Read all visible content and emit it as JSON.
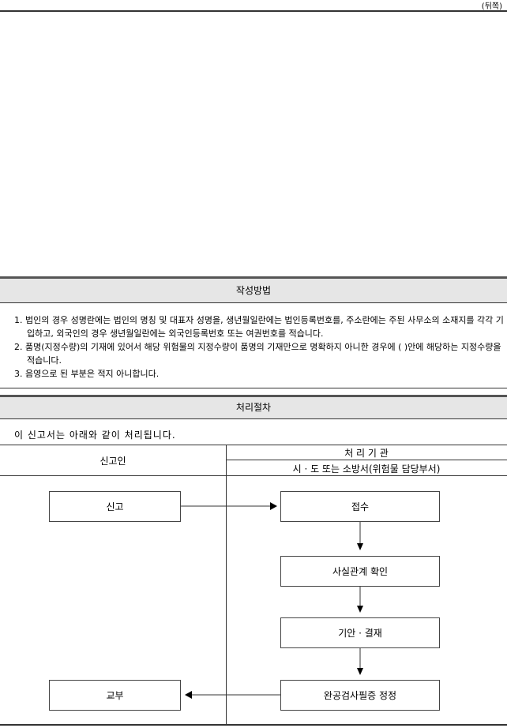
{
  "header": {
    "side_label": "(뒤쪽)"
  },
  "instructions": {
    "title": "작성방법",
    "items": [
      "1. 법인의 경우 성명란에는 법인의 명칭 및 대표자 성명을, 생년월일란에는 법인등록번호를, 주소란에는 주된 사무소의 소재지를 각각 기입하고, 외국인의 경우 생년월일란에는 외국인등록번호 또는 여권번호를 적습니다.",
      "2. 품명(지정수량)의 기재에 있어서 해당 위험물의 지정수량이 품명의 기재만으로 명확하지 아니한 경우에 (   )안에 해당하는 지정수량을 적습니다.",
      "3. 음영으로 된 부분은 적지 아니합니다."
    ]
  },
  "procedure": {
    "title": "처리절차",
    "intro": "이 신고서는 아래와 같이 처리됩니다.",
    "applicant_header": "신고인",
    "agency_header": "처 리 기 관",
    "agency_subheader": "시 · 도 또는 소방서(위험물 담당부서)",
    "steps": {
      "report": "신고",
      "receipt": "접수",
      "verify": "사실관계 확인",
      "draft": "기안 · 결재",
      "certificate": "완공검사필증 정정",
      "issue": "교부"
    }
  }
}
